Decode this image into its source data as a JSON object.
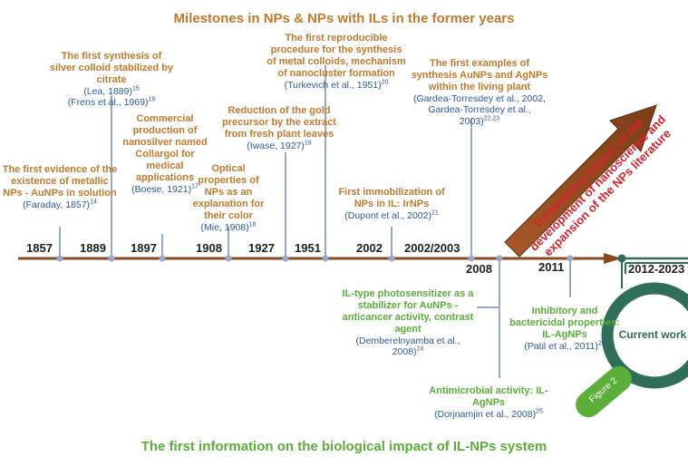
{
  "title_top": "Milestones in NPs & NPs with ILs in the former years",
  "title_bottom": "The first information on the biological impact of IL-NPs system",
  "years": {
    "y1857": "1857",
    "y1889": "1889",
    "y1897": "1897",
    "y1908": "1908",
    "y1927": "1927",
    "y1951": "1951",
    "y2002": "2002",
    "y2002_2003": "2002/2003",
    "y2008": "2008",
    "y2011": "2011",
    "y2012": "2012-2023"
  },
  "events": {
    "e1857": {
      "heading": "The first evidence of the existence of metallic NPs - AuNPs in solution",
      "ref": "(Faraday, 1857)",
      "sup": "14"
    },
    "e1889": {
      "heading": "The first synthesis of silver colloid stabilized by citrate",
      "ref1": "(Lea, 1889)",
      "sup1": "15",
      "ref2": "(Frens et al., 1969)",
      "sup2": "16"
    },
    "e1897": {
      "heading": "Commercial production of nanosilver named Collargol for medical applications",
      "ref": "(Boese, 1921)",
      "sup": "17"
    },
    "e1908": {
      "heading": "Optical properties of NPs as an explanation for their color",
      "ref": "(Mie, 1908)",
      "sup": "18"
    },
    "e1927": {
      "heading": "Reduction of the gold precursor by the extract from fresh plant leaves",
      "ref": "(Iwase, 1927)",
      "sup": "19"
    },
    "e1951": {
      "heading": "The first reproducible procedure for the synthesis of metal colloids, mechanism of nanocluster formation",
      "ref": "(Turkevich et al., 1951)",
      "sup": "20"
    },
    "e2002": {
      "heading": "First immobilization of NPs in IL: IrNPs",
      "ref": "(Dupont et al., 2002)",
      "sup": "21"
    },
    "e2003": {
      "heading": "The first examples of synthesis AuNPs and AgNPs within the living plant",
      "ref1": "(Gardea-Torresdey et al., 2002,",
      "ref2": "Gardea-Torresdey et al., 2003)",
      "sup": "22,23"
    },
    "e2008a": {
      "heading": "IL-type photosensitizer as a stabilizer for AuNPs - anticancer activity, contrast agent",
      "ref": "(Demberelnyamba et al., 2008)",
      "sup": "24"
    },
    "e2008b": {
      "heading": "Antimicrobial activity: IL-AgNPs",
      "ref": "(Dorjnamjin et al., 2008)",
      "sup": "25"
    },
    "e2011": {
      "heading": "Inhibitory and bactericidal properties: IL-AgNPs",
      "ref": "(Patil et al., 2011)",
      "sup": "26"
    }
  },
  "impact_text": "Tremendous impact on the development of nanoscience and expansion of the NPs literature",
  "current_work": "Current work",
  "figure_label": "Figure 2",
  "colors": {
    "brown": "#c27a2c",
    "blue": "#2c5a97",
    "green": "#5bae3a",
    "timeline": "#8a4a1c",
    "red": "#d8232a",
    "lens": "#2e6e5a"
  }
}
